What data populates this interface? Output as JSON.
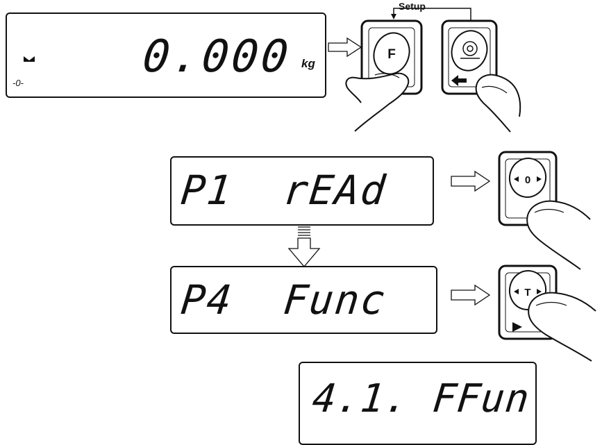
{
  "display_main": {
    "value": "0.000",
    "unit": "kg",
    "zero_indicator": "-0-"
  },
  "setup_label": "Setup",
  "keys": {
    "f_key": "F",
    "zero_key": "0",
    "tare_key": "T"
  },
  "screens": {
    "p1": "P1  rEAd",
    "p4": "P4  Func",
    "sub": "4.1. FFun"
  },
  "icons": {
    "stable": "stable-indicator-icon",
    "print_enter": "print-enter-icon",
    "arrow": "outline-arrow-icon",
    "finger": "finger-icon"
  }
}
